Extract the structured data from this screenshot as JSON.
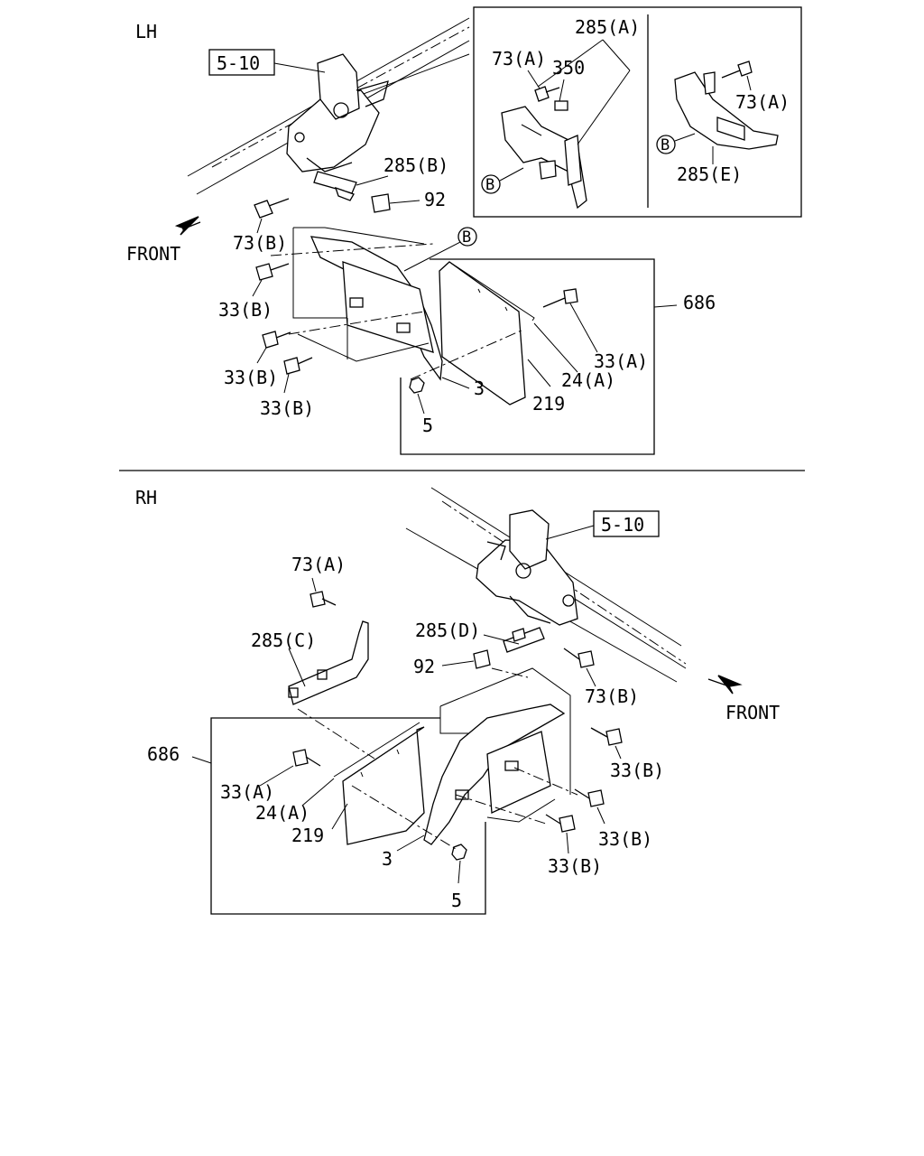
{
  "lh": {
    "side": "LH",
    "ref_box": "5-10",
    "front": "FRONT",
    "callout_b": "B",
    "labels": {
      "l285b": "285(B)",
      "l92": "92",
      "l73b": "73(B)",
      "l33b_1": "33(B)",
      "l33b_2": "33(B)",
      "l33b_3": "33(B)",
      "l686": "686",
      "l33a": "33(A)",
      "l24a": "24(A)",
      "l3": "3",
      "l219": "219",
      "l5": "5"
    },
    "inset": {
      "l285a": "285(A)",
      "l73a_1": "73(A)",
      "l350": "350",
      "l73a_2": "73(A)",
      "l285e": "285(E)",
      "callout_b_1": "B",
      "callout_b_2": "B"
    }
  },
  "rh": {
    "side": "RH",
    "ref_box": "5-10",
    "front": "FRONT",
    "labels": {
      "l73a": "73(A)",
      "l285c": "285(C)",
      "l285d": "285(D)",
      "l92": "92",
      "l73b": "73(B)",
      "l686": "686",
      "l33a": "33(A)",
      "l24a": "24(A)",
      "l219": "219",
      "l3": "3",
      "l5": "5",
      "l33b_1": "33(B)",
      "l33b_2": "33(B)",
      "l33b_3": "33(B)"
    }
  }
}
